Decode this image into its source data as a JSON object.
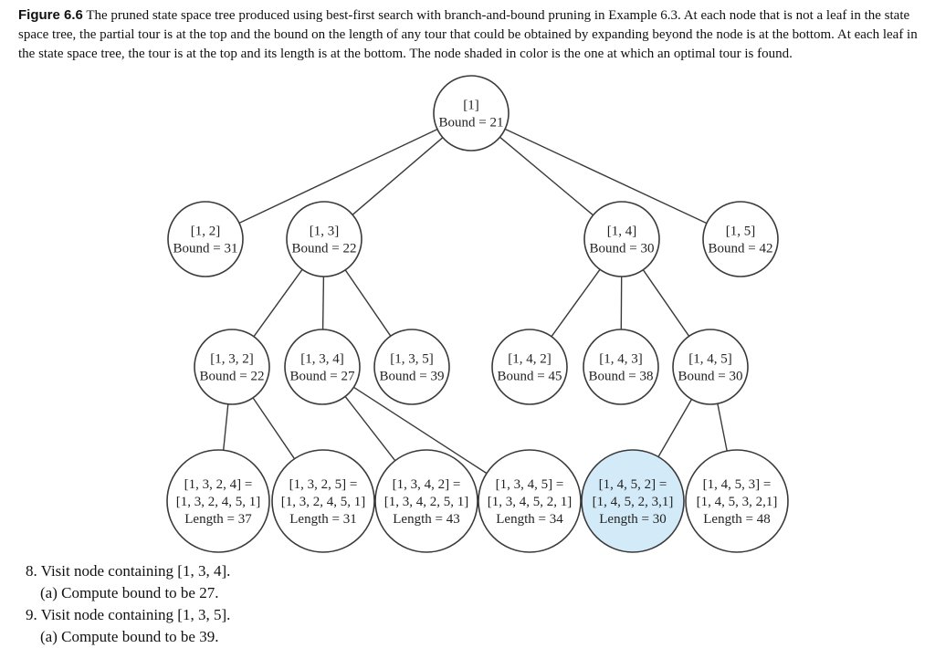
{
  "caption": {
    "label": "Figure 6.6",
    "text": "The pruned state space tree produced using best-first search with branch-and-bound pruning in Example 6.3. At each node that is not a leaf in the state space tree, the partial tour is at the top and the bound on the length of any tour that could be obtained by expanding beyond the node is at the bottom. At each leaf in the state space tree, the tour is at the top and its length is at the bottom. The node shaded in color is the one at which an optimal tour is found."
  },
  "colors": {
    "optimal_fill": "#d3eaf8",
    "stroke": "#3a3a3a"
  },
  "tree": {
    "nodes": [
      {
        "id": "n1",
        "lines": [
          "[1]",
          "Bound = 21"
        ]
      },
      {
        "id": "n12",
        "lines": [
          "[1, 2]",
          "Bound = 31"
        ]
      },
      {
        "id": "n13",
        "lines": [
          "[1, 3]",
          "Bound = 22"
        ]
      },
      {
        "id": "n14",
        "lines": [
          "[1, 4]",
          "Bound = 30"
        ]
      },
      {
        "id": "n15",
        "lines": [
          "[1, 5]",
          "Bound = 42"
        ]
      },
      {
        "id": "n132",
        "lines": [
          "[1, 3, 2]",
          "Bound = 22"
        ]
      },
      {
        "id": "n134",
        "lines": [
          "[1, 3, 4]",
          "Bound = 27"
        ]
      },
      {
        "id": "n135",
        "lines": [
          "[1, 3, 5]",
          "Bound = 39"
        ]
      },
      {
        "id": "n142",
        "lines": [
          "[1, 4, 2]",
          "Bound = 45"
        ]
      },
      {
        "id": "n143",
        "lines": [
          "[1, 4, 3]",
          "Bound = 38"
        ]
      },
      {
        "id": "n145",
        "lines": [
          "[1, 4, 5]",
          "Bound = 30"
        ]
      },
      {
        "id": "n1324",
        "lines": [
          "[1, 3, 2, 4] =",
          "[1, 3, 2, 4, 5, 1]",
          "Length = 37"
        ]
      },
      {
        "id": "n1325",
        "lines": [
          "[1, 3, 2, 5] =",
          "[1, 3, 2, 4, 5, 1]",
          "Length = 31"
        ]
      },
      {
        "id": "n1342",
        "lines": [
          "[1, 3, 4, 2] =",
          "[1, 3, 4, 2, 5, 1]",
          "Length = 43"
        ]
      },
      {
        "id": "n1345",
        "lines": [
          "[1, 3, 4, 5] =",
          "[1, 3, 4, 5, 2, 1]",
          "Length = 34"
        ]
      },
      {
        "id": "n1452",
        "lines": [
          "[1, 4, 5, 2] =",
          "[1, 4, 5, 2, 3,1]",
          "Length = 30"
        ],
        "optimal": true
      },
      {
        "id": "n1453",
        "lines": [
          "[1, 4, 5, 3] =",
          "[1, 4, 5, 3, 2,1]",
          "Length = 48"
        ]
      }
    ],
    "edges": [
      [
        "n1",
        "n12"
      ],
      [
        "n1",
        "n13"
      ],
      [
        "n1",
        "n14"
      ],
      [
        "n1",
        "n15"
      ],
      [
        "n13",
        "n132"
      ],
      [
        "n13",
        "n134"
      ],
      [
        "n13",
        "n135"
      ],
      [
        "n14",
        "n142"
      ],
      [
        "n14",
        "n143"
      ],
      [
        "n14",
        "n145"
      ],
      [
        "n132",
        "n1324"
      ],
      [
        "n132",
        "n1325"
      ],
      [
        "n134",
        "n1342"
      ],
      [
        "n134",
        "n1345"
      ],
      [
        "n145",
        "n1452"
      ],
      [
        "n145",
        "n1453"
      ]
    ]
  },
  "steps": [
    {
      "text": "8. Visit node containing [1, 3, 4].",
      "sub": "(a) Compute bound to be 27."
    },
    {
      "text": "9. Visit node containing [1, 3, 5].",
      "sub": "(a) Compute bound to be 39."
    }
  ]
}
